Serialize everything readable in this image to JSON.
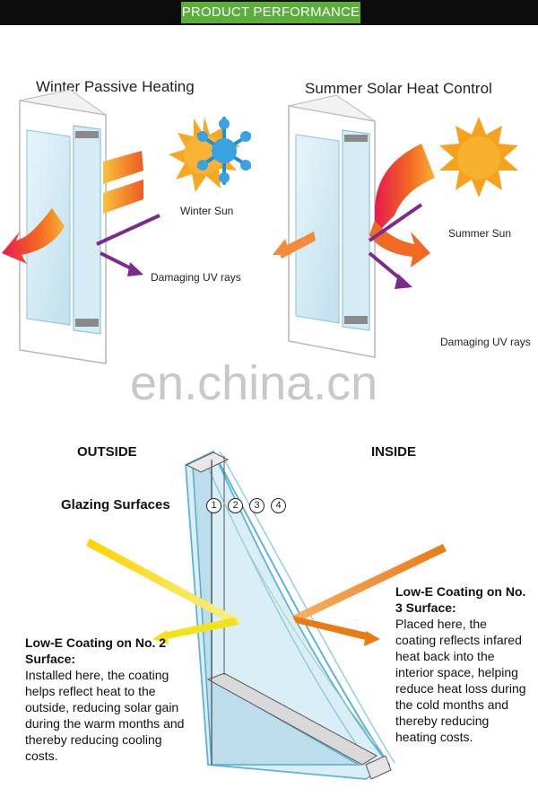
{
  "banner": "PRODUCT PERFORMANCE",
  "winter": {
    "title": "Winter Passive Heating",
    "sun_label": "Winter Sun",
    "uv_label": "Damaging UV rays"
  },
  "summer": {
    "title": "Summer Solar Heat Control",
    "sun_label": "Summer Sun",
    "uv_label": "Damaging UV rays"
  },
  "watermark": "en.china.cn",
  "diagram": {
    "outside": "OUTSIDE",
    "inside": "INSIDE",
    "glazing_label": "Glazing Surfaces",
    "surfaces": [
      "1",
      "2",
      "3",
      "4"
    ],
    "left_note": {
      "heading": "Low-E Coating on No. 2 Surface:",
      "body": "Installed here, the coating helps reflect heat to the outside, reducing solar gain during the warm months and thereby reducing cooling costs."
    },
    "right_note": {
      "heading": "Low-E Coating on No. 3 Surface:",
      "body": "Placed here, the coating reflects infared heat back into the interior space, helping reduce heat loss during the cold months and thereby reducing heating costs."
    }
  },
  "colors": {
    "banner": "#5cae3c",
    "glass": "#cfe8f2",
    "uv": "#7b2b8e",
    "sun": "#f5a623",
    "snow": "#1c8fd6",
    "yellow_ray": "#f2e21a",
    "orange_ray": "#ec8c1c"
  }
}
